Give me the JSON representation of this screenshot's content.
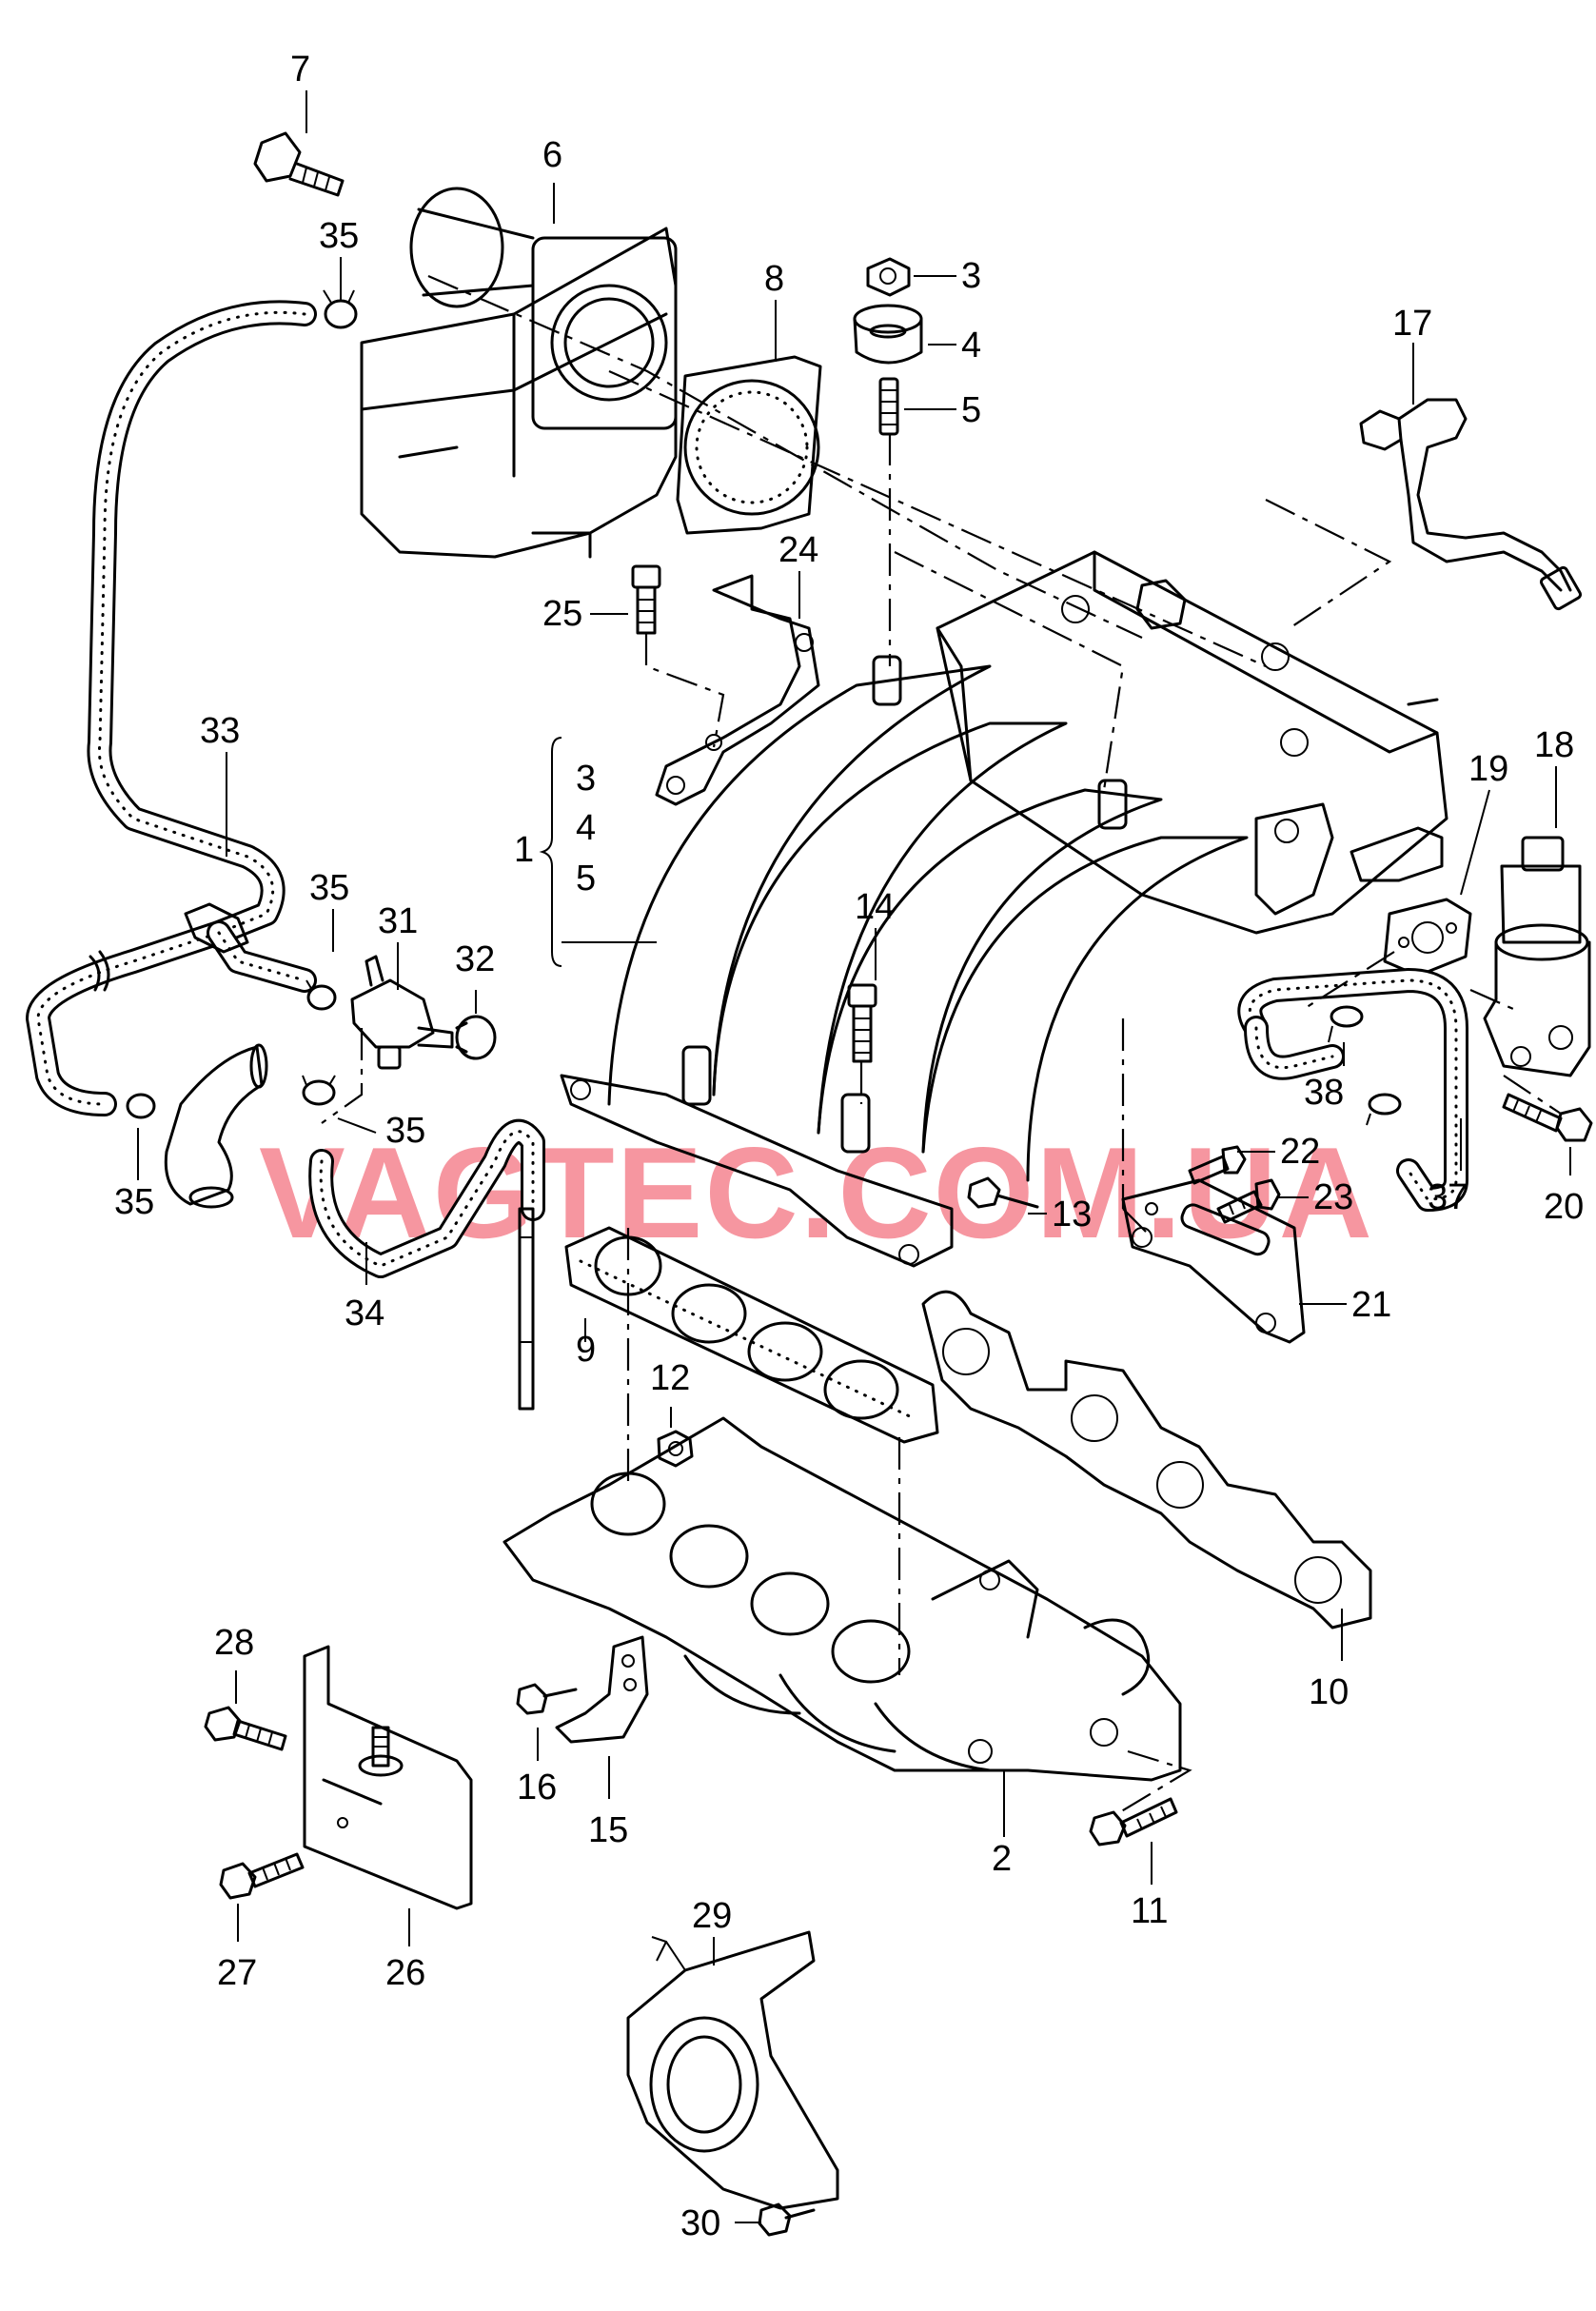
{
  "watermark": "VAGTEC.COM.UA",
  "labels": {
    "l1": "1",
    "l2": "2",
    "l3": "3",
    "l4": "4",
    "l5": "5",
    "l6": "6",
    "l7": "7",
    "l8": "8",
    "l9": "9",
    "l10": "10",
    "l11": "11",
    "l12": "12",
    "l13": "13",
    "l14": "14",
    "l15": "15",
    "l16": "16",
    "l17": "17",
    "l18": "18",
    "l19": "19",
    "l20": "20",
    "l21": "21",
    "l22": "22",
    "l23": "23",
    "l24": "24",
    "l25": "25",
    "l26": "26",
    "l27": "27",
    "l28": "28",
    "l29": "29",
    "l30": "30",
    "l31": "31",
    "l32": "32",
    "l33": "33",
    "l34": "34",
    "l35a": "35",
    "l35b": "35",
    "l35c": "35",
    "l35d": "35",
    "l37": "37",
    "l38": "38",
    "g3": "3",
    "g4": "4",
    "g5": "5"
  }
}
